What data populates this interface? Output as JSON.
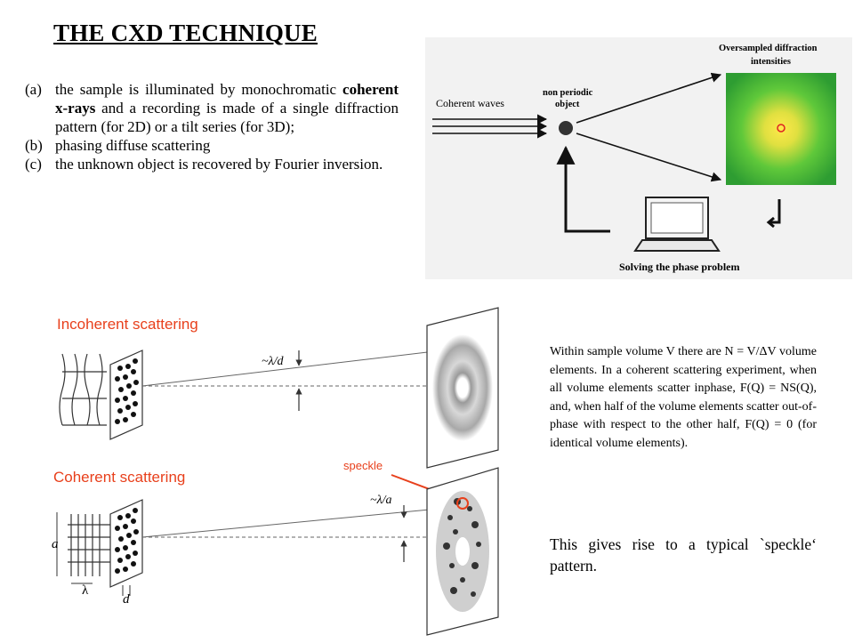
{
  "title": "THE CXD TECHNIQUE",
  "steps": [
    {
      "label": "(a)",
      "pre": "the sample is illuminated by monochromatic ",
      "bold": "coherent x-rays",
      "post": " and a recording is made of a single diffraction pattern (for 2D) or a tilt series (for 3D);"
    },
    {
      "label": "(b)",
      "text": "phasing diffuse scattering"
    },
    {
      "label": "(c)",
      "text": "the unknown object is recovered by Fourier inversion."
    }
  ],
  "top_figure": {
    "coherent_waves": "Coherent waves",
    "object_line1": "non periodic",
    "object_line2": "object",
    "intensities_line1": "Oversampled diffraction",
    "intensities_line2": "intensities",
    "phase_problem": "Solving the phase problem"
  },
  "bottom_figure": {
    "incoherent_title": "Incoherent scattering",
    "coherent_title": "Coherent scattering",
    "lambda_d": "~λ/d",
    "lambda_a": "~λ/a",
    "speckle": "speckle",
    "a": "a",
    "lambda": "λ",
    "d": "d",
    "colors": {
      "incoherent": "#e8401c",
      "coherent": "#e8401c",
      "speckle": "#e8401c"
    }
  },
  "side_text": {
    "paragraph1": "Within sample volume V there are N = V/ΔV volume elements. In a coherent scattering experiment, when all volume elements scatter inphase, F(Q) = NS(Q), and, when half of the volume elements scatter out-of-phase with respect to the other half, F(Q) = 0 (for identical volume elements).",
    "paragraph2": "This gives rise to a typical `speckle‘ pattern."
  }
}
